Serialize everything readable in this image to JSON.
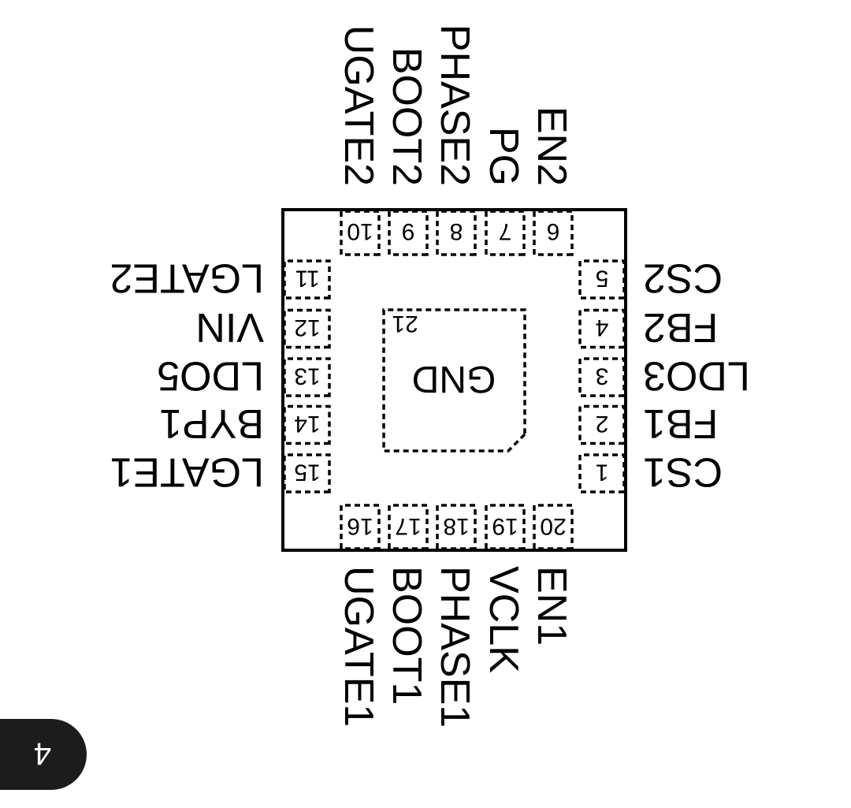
{
  "diagram": {
    "type": "QFN-20 package pinout (top view, image rotated 180°)",
    "rotation_deg": 180,
    "page_badge": "4",
    "colors": {
      "ink": "#000000",
      "background": "#ffffff",
      "badge": "#1c1c1c",
      "badge_text": "#ffffff"
    },
    "exposed_pad": {
      "number": "21",
      "name": "GND"
    },
    "sides": {
      "left": [
        {
          "number": "1",
          "name": "CS1"
        },
        {
          "number": "2",
          "name": "FB1"
        },
        {
          "number": "3",
          "name": "LDO3"
        },
        {
          "number": "4",
          "name": "FB2"
        },
        {
          "number": "5",
          "name": "CS2"
        }
      ],
      "bottom": [
        {
          "number": "6",
          "name": "EN2"
        },
        {
          "number": "7",
          "name": "PG"
        },
        {
          "number": "8",
          "name": "PHASE2"
        },
        {
          "number": "9",
          "name": "BOOT2"
        },
        {
          "number": "10",
          "name": "UGATE2"
        }
      ],
      "right": [
        {
          "number": "11",
          "name": "LGATE2"
        },
        {
          "number": "12",
          "name": "VIN"
        },
        {
          "number": "13",
          "name": "LDO5"
        },
        {
          "number": "14",
          "name": "BYP1"
        },
        {
          "number": "15",
          "name": "LGATE1"
        }
      ],
      "top": [
        {
          "number": "16",
          "name": "UGATE1"
        },
        {
          "number": "17",
          "name": "BOOT1"
        },
        {
          "number": "18",
          "name": "PHASE1"
        },
        {
          "number": "19",
          "name": "VCLK"
        },
        {
          "number": "20",
          "name": "EN1"
        }
      ]
    }
  }
}
